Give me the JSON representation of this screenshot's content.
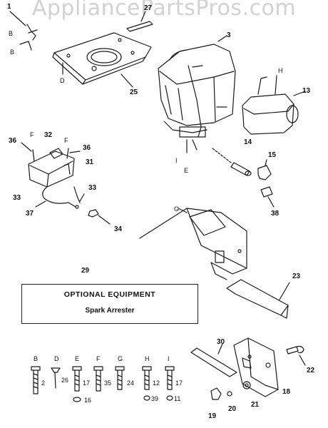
{
  "watermark": "AppliancePartsPros.com",
  "option_box": {
    "title": "OPTIONAL EQUIPMENT",
    "subtitle": "Spark Arrester"
  },
  "callouts": {
    "c1": "1",
    "c27": "27",
    "c3": "3",
    "c25": "25",
    "c13": "13",
    "c36a": "36",
    "c32": "32",
    "c36b": "36",
    "c31": "31",
    "c14": "14",
    "c15": "15",
    "c38": "38",
    "c33a": "33",
    "c33b": "33",
    "c37": "37",
    "c34": "34",
    "c29": "29",
    "c23": "23",
    "c30": "30",
    "c22": "22",
    "c18": "18",
    "c21": "21",
    "c20": "20",
    "c19": "19"
  },
  "ref_letters": {
    "b1": "B",
    "b2": "B",
    "d": "D",
    "h": "H",
    "f1": "F",
    "f2": "F",
    "i": "I",
    "e": "E",
    "g": "G"
  },
  "hardware": [
    {
      "letter": "B",
      "qty": "2"
    },
    {
      "letter": "D",
      "qty": "26"
    },
    {
      "letter": "E",
      "qty": "17"
    },
    {
      "letter": "F",
      "qty": "35"
    },
    {
      "letter": "G",
      "qty": "24"
    },
    {
      "letter": "H",
      "qty": "12"
    },
    {
      "letter": "I",
      "qty": "17"
    }
  ],
  "hardware_extra": {
    "e": "16",
    "h": "39",
    "i": "11"
  }
}
